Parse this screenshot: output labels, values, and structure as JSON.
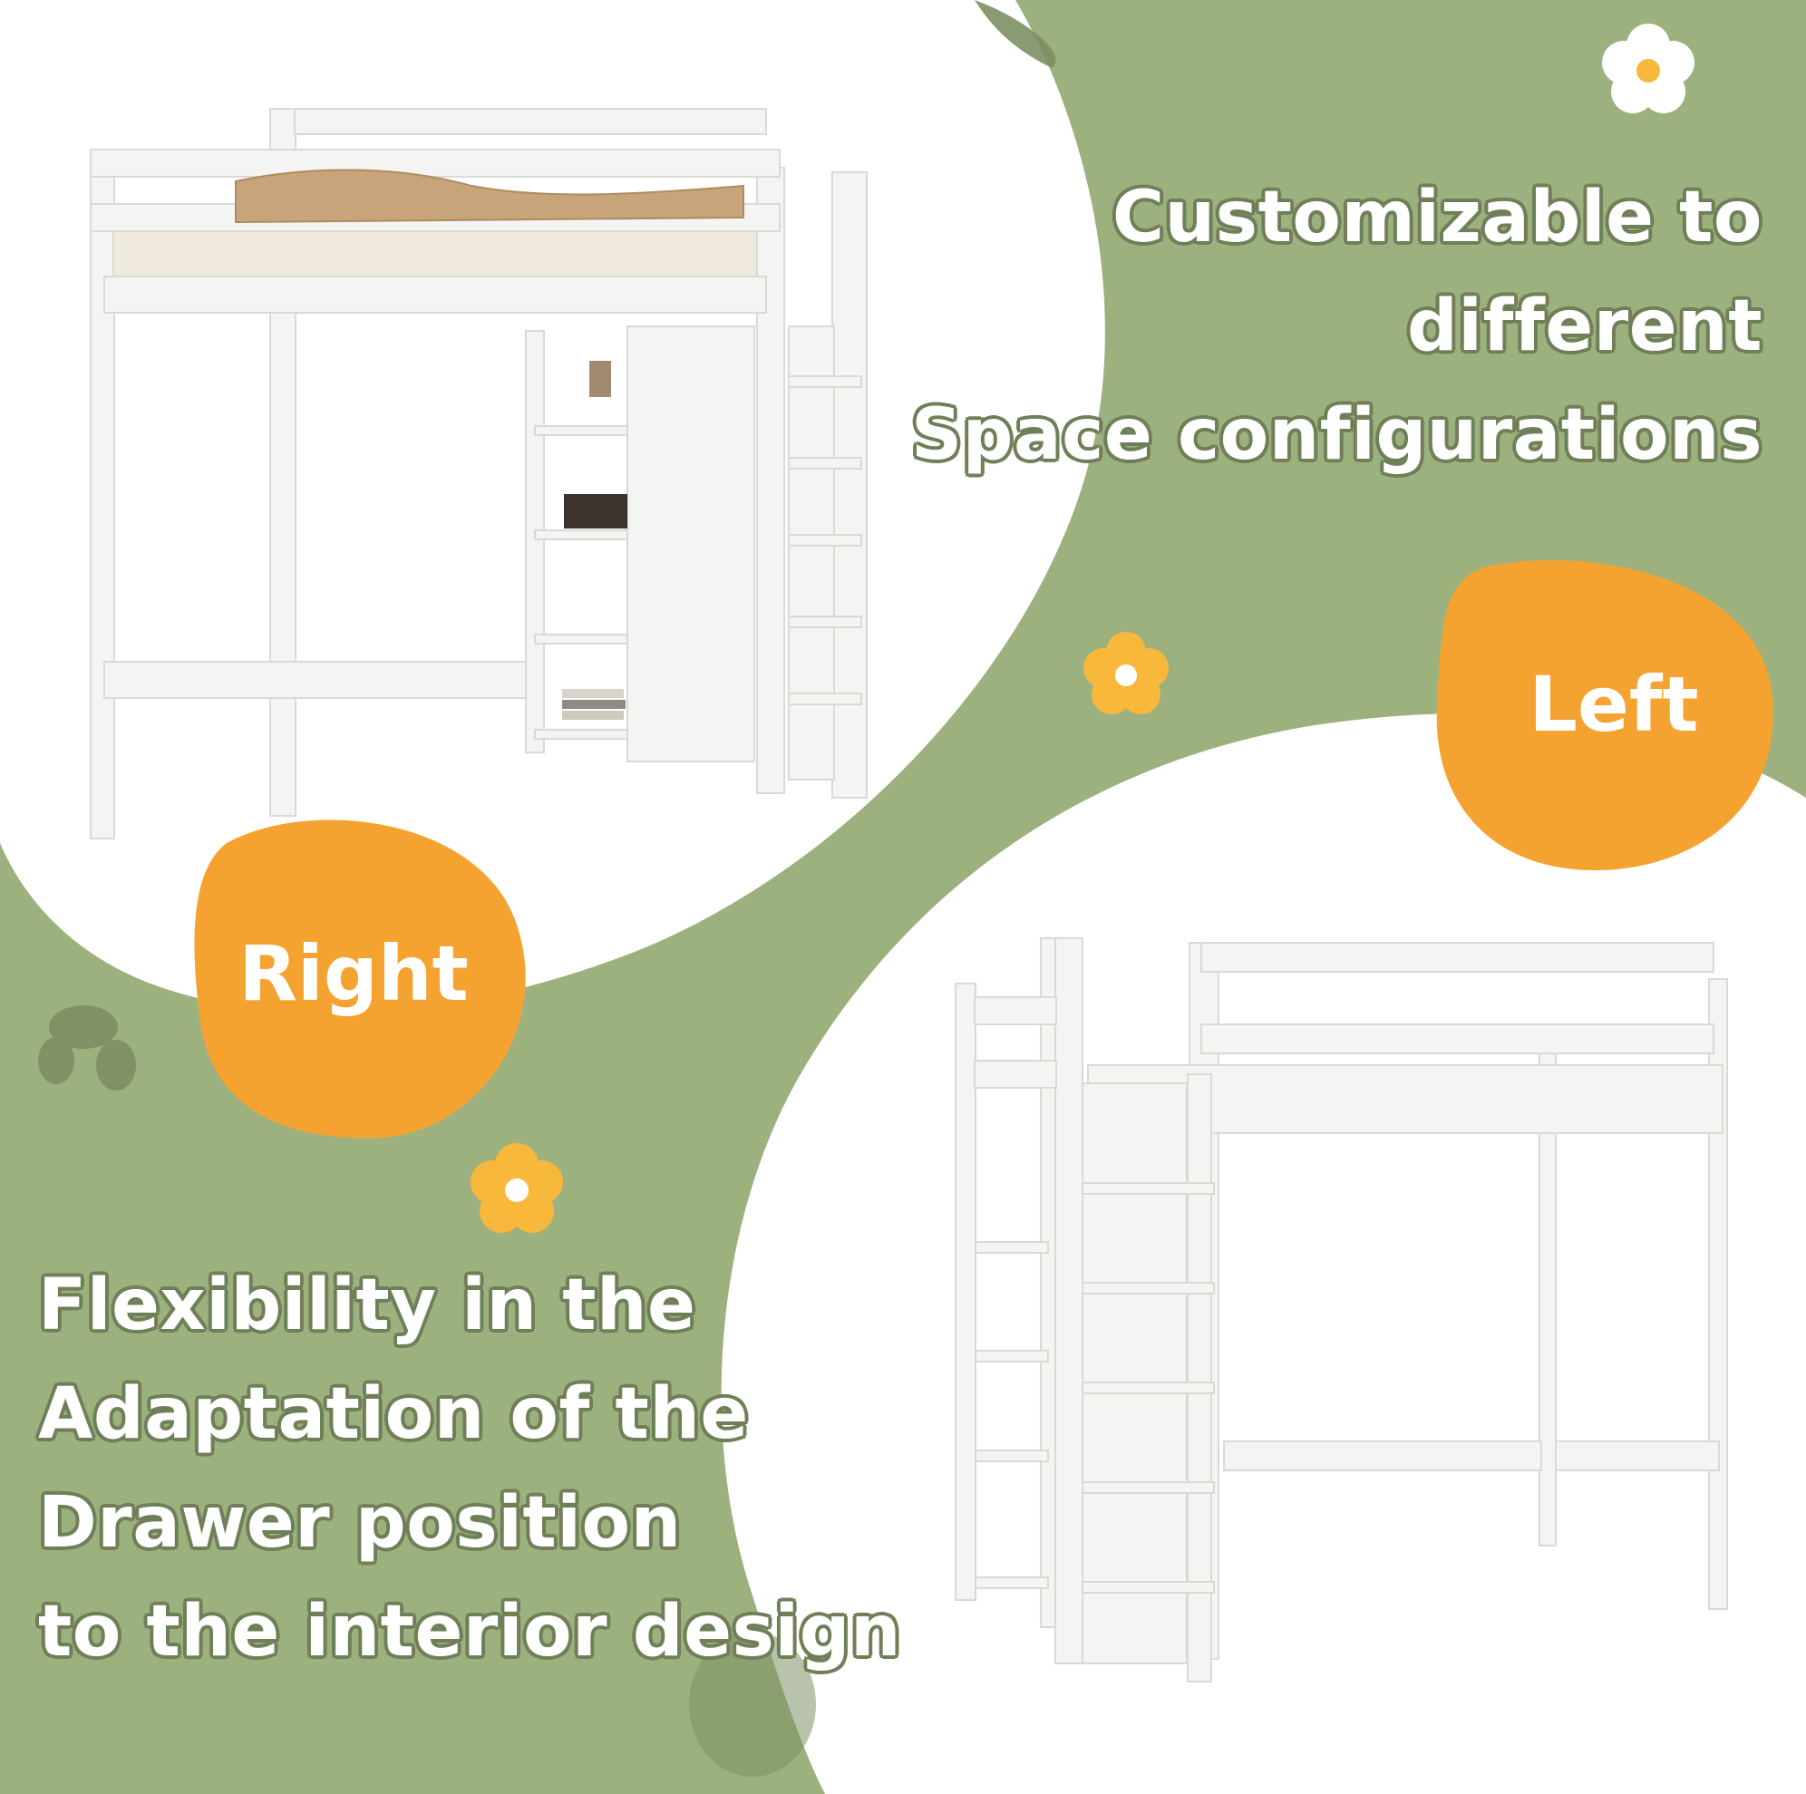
{
  "colors": {
    "background_green": "#9db17e",
    "white_area": "#ffffff",
    "badge_orange": "#f5a330",
    "flower_yellow": "#f8b83b",
    "leaf_green": "#7d8f62",
    "text_outline": "#6f7f58"
  },
  "top_headline": {
    "line1": "Customizable to",
    "line2": "different",
    "line3": "Space configurations"
  },
  "badges": {
    "left_label": "Left",
    "right_label": "Right"
  },
  "bottom_headline": {
    "line1": "Flexibility in the",
    "line2": "Adaptation of the",
    "line3": "Drawer position",
    "line4": "to the interior design"
  },
  "icons": [
    "flower-icon",
    "leaf-icon"
  ],
  "images": {
    "top_product": "loft-bed-right-configuration",
    "bottom_product": "loft-bed-left-configuration"
  }
}
